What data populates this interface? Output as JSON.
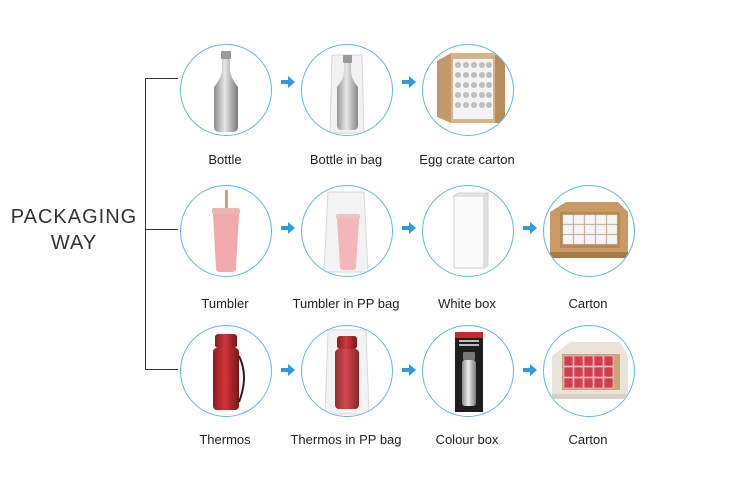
{
  "heading": {
    "line1": "PACKAGING",
    "line2": "WAY"
  },
  "colors": {
    "circle_border": "#5fb6e6",
    "arrow": "#2f9ae0"
  },
  "rows": [
    {
      "captions": [
        "Bottle",
        "Bottle in bag",
        "Egg crate carton"
      ]
    },
    {
      "captions": [
        "Tumbler",
        "Tumbler in PP bag",
        "White box",
        "Carton"
      ]
    },
    {
      "captions": [
        "Thermos",
        "Thermos in PP bag",
        "Colour box",
        "Carton"
      ]
    }
  ]
}
